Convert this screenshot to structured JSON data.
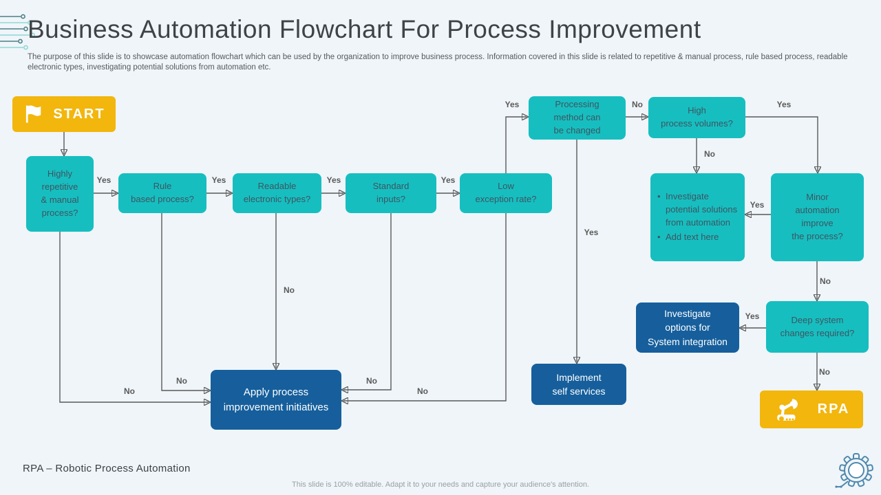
{
  "slide": {
    "title": "Business Automation Flowchart For Process Improvement",
    "subtitle": "The purpose of this slide is to showcase automation flowchart which can be used by the organization to improve business process. Information covered in this slide is related to repetitive & manual process, rule based process, readable electronic types, investigating potential solutions from automation etc.",
    "footnote": "RPA – Robotic Process Automation",
    "footer": "This slide is 100% editable. Adapt it to your needs and capture your audience's attention."
  },
  "colors": {
    "background": "#eff5f9",
    "teal_node": "#17bec0",
    "blue_node": "#165f9c",
    "yellow_node": "#f2b60d",
    "connector": "#595959",
    "teal_node_text": "#3d5660",
    "light_node_text": "#ffffff"
  },
  "icons": {
    "header_decoration": "circuit-lines-icon",
    "start_node": "flag-icon",
    "rpa_node": "robot-arm-icon",
    "footer_decoration": "gear-circuit-icon"
  },
  "nodes": {
    "start": "START",
    "highly_repetitive": "Highly\nrepetitive\n& manual\nprocess?",
    "rule_based": "Rule\nbased process?",
    "readable_types": "Readable\nelectronic types?",
    "standard_inputs": "Standard\ninputs?",
    "low_exception": "Low\nexception rate?",
    "processing_method": "Processing\nmethod can\nbe changed",
    "high_volumes": "High\nprocess volumes?",
    "investigate_solutions": [
      "Investigate potential solutions from automation",
      "Add text here"
    ],
    "minor_automation": "Minor\nautomation\nimprove\nthe process?",
    "deep_system": "Deep system\nchanges required?",
    "investigate_options": "Investigate\noptions for\nSystem integration",
    "apply_process": "Apply process\nimprovement  initiatives",
    "implement_self": "Implement\nself services",
    "rpa": "RPA"
  },
  "edges": [
    "Yes",
    "Yes",
    "Yes",
    "Yes",
    "Yes",
    "No",
    "Yes",
    "No",
    "Yes",
    "Yes",
    "No",
    "Yes",
    "No",
    "No",
    "No",
    "No",
    "No",
    "No"
  ]
}
